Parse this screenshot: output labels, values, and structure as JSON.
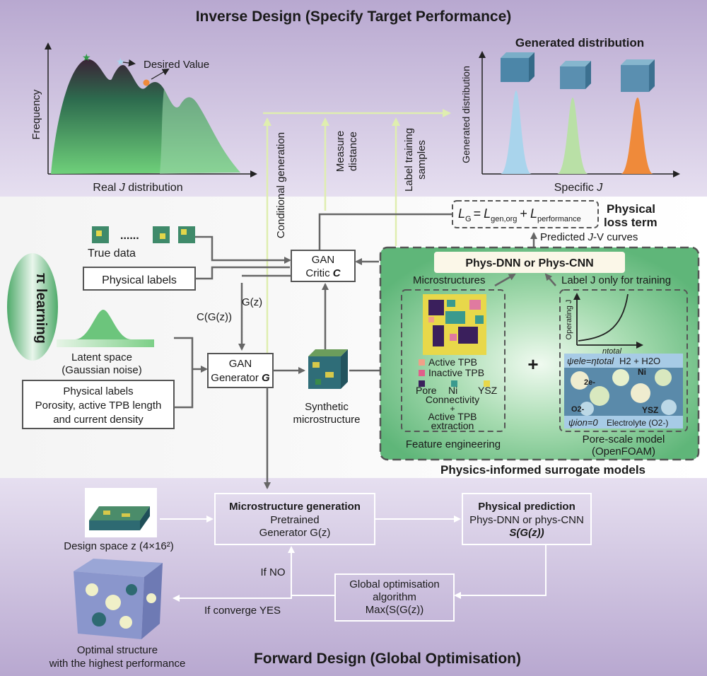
{
  "inverse": {
    "title": "Inverse Design (Specify Target Performance)",
    "freq_label": "Frequency",
    "real_dist_pre": "Real ",
    "real_dist_j": "J",
    "real_dist_post": " distribution",
    "desired_value": "Desired Value",
    "gen_dist_title": "Generated distribution",
    "gen_dist_ylabel": "Generated distribution",
    "specific_label": "Specific",
    "specific_j": "J"
  },
  "arrows": {
    "conditional_generation": "Conditional generation",
    "measure": "Measure",
    "distance": "distance",
    "label_training": "Label training",
    "samples": "samples"
  },
  "loss": {
    "L": "L",
    "G": "G",
    "eq": "=",
    "gen_org": "gen,org",
    "plus": "+",
    "performance": "performance",
    "physical": "Physical",
    "loss_term": "loss term",
    "predicted_pre": "Predicted ",
    "predicted_j": "J",
    "predicted_post": "-V curves"
  },
  "pi_learning": {
    "pi": "π",
    "learning": "learning"
  },
  "gan": {
    "true_data": "True data",
    "dots": "......",
    "physical_labels": "Physical labels",
    "critic_line1": "GAN",
    "critic_line2": "Critic ",
    "critic_c": "C",
    "gz": "G(z)",
    "cgz": "C(G(z))",
    "generator_line1": "GAN",
    "generator_line2": "Generator ",
    "generator_g": "G",
    "latent_space": "Latent space",
    "gaussian": "(Gaussian noise)",
    "phys_labels2_l1": "Physical labels",
    "phys_labels2_l2": "Porosity, active TPB length",
    "phys_labels2_l3": "and current density",
    "synthetic_l1": "Synthetic",
    "synthetic_l2": "microstructure"
  },
  "surrogate": {
    "phys_dnn": "Phys-DNN or Phys-CNN",
    "microstructures": "Microstructures",
    "label_j": "Label J only for training",
    "operating_j": "Operating J",
    "eta_total": "ηtotal",
    "active_tpb": "Active TPB",
    "inactive_tpb": "Inactive TPB",
    "pore": "Pore",
    "ni": "Ni",
    "ysz": "YSZ",
    "connectivity": "Connectivity",
    "plus_small": "+",
    "active_tpb2": "Active TPB",
    "extraction": "extraction",
    "feature_engineering": "Feature engineering",
    "plus_big": "+",
    "psi_ele": "ψele=ηtotal",
    "h2_h2o": "H2 + H2O",
    "ni_label": "Ni",
    "two_e": "2e-",
    "o2": "O2-",
    "ysz2": "YSZ",
    "psi_ion": "ψion=0",
    "electrolyte": "Electrolyte (O2-)",
    "pore_scale": "Pore-scale model",
    "openfoam": "(OpenFOAM)",
    "title": "Physics-informed surrogate models"
  },
  "forward": {
    "title": "Forward Design (Global Optimisation)",
    "micro_gen": "Microstructure generation",
    "pretrained": "Pretrained",
    "generator_gz": "Generator G(z)",
    "physical_prediction": "Physical prediction",
    "phys_dnn_cnn": "Phys-DNN or phys-CNN",
    "sgz": "S(G(z))",
    "design_space": "Design space z (4×16²)",
    "if_no": "If NO",
    "global_opt": "Global optimisation",
    "algorithm": "algorithm",
    "max_sgz": "Max(S(G(z))",
    "if_converge": "If converge YES",
    "optimal": "Optimal structure",
    "highest": "with the highest performance"
  },
  "colors": {
    "purple_band": "#c9bcdc",
    "green_panel": "#6fbd84",
    "lime_arrow": "#dfeeb0",
    "gray_arrow": "#666666",
    "dist_blue": "#a9d4ec",
    "dist_green": "#b9e0a6",
    "dist_orange": "#ef8a3a"
  }
}
